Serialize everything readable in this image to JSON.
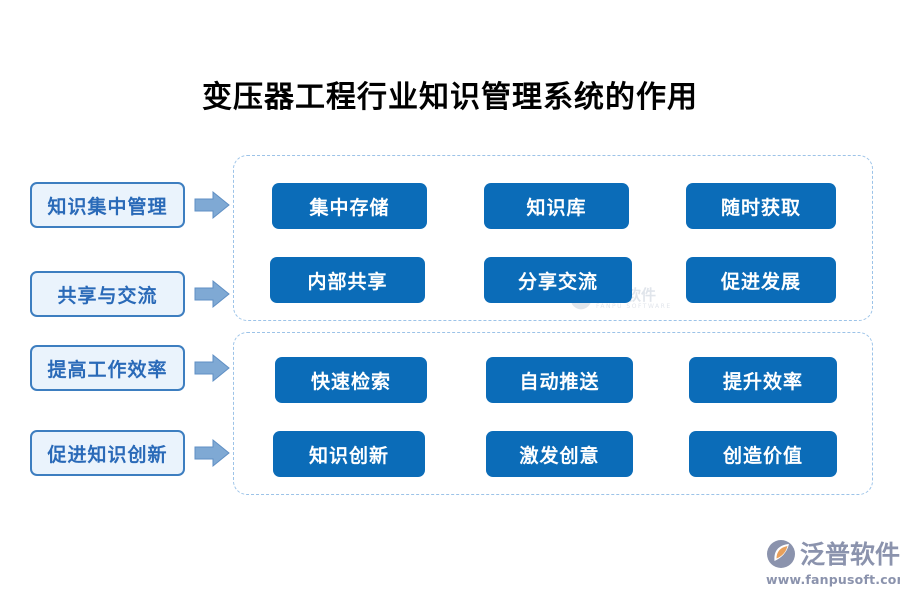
{
  "page": {
    "title": "变压器工程行业知识管理系统的作用",
    "background_color": "#ffffff",
    "accent_blue": "#0b6cb8",
    "label_border_blue": "#3d7ec0",
    "label_fill_blue": "#eaf3fc",
    "dashed_border_blue": "#9cc3e8",
    "arrow_blue": "#7fa9d4"
  },
  "categories": [
    {
      "label": "知识集中管理",
      "icon": "arrow-right-icon"
    },
    {
      "label": "共享与交流",
      "icon": "arrow-right-icon"
    },
    {
      "label": "提高工作效率",
      "icon": "arrow-right-icon"
    },
    {
      "label": "促进知识创新",
      "icon": "arrow-right-icon"
    }
  ],
  "groups": [
    {
      "rows": [
        {
          "items": [
            "集中存储",
            "知识库",
            "随时获取"
          ]
        },
        {
          "items": [
            "内部共享",
            "分享交流",
            "促进发展"
          ]
        }
      ]
    },
    {
      "rows": [
        {
          "items": [
            "快速检索",
            "自动推送",
            "提升效率"
          ]
        },
        {
          "items": [
            "知识创新",
            "激发创意",
            "创造价值"
          ]
        }
      ]
    }
  ],
  "items": {
    "r1c1": "集中存储",
    "r1c2": "知识库",
    "r1c3": "随时获取",
    "r2c1": "内部共享",
    "r2c2": "分享交流",
    "r2c3": "促进发展",
    "r3c1": "快速检索",
    "r3c2": "自动推送",
    "r3c3": "提升效率",
    "r4c1": "知识创新",
    "r4c2": "激发创意",
    "r4c3": "创造价值"
  },
  "watermark": {
    "text": "泛普软件",
    "sub": "FANPU SOFTWARE"
  },
  "logo": {
    "name": "泛普软件",
    "url": "www.fanpusoft.com",
    "mark_color_grey": "#8b93ad",
    "mark_color_orange": "#e8a05c"
  }
}
